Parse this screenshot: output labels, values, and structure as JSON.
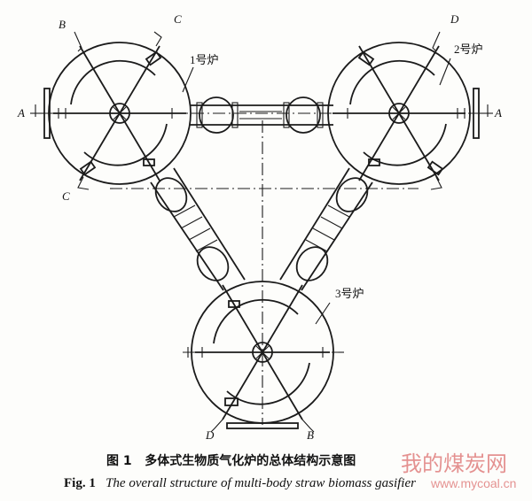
{
  "diagram": {
    "labels": {
      "furnace1": "1号炉",
      "furnace2": "2号炉",
      "furnace3": "3号炉",
      "section_a_left": "A",
      "section_a_right": "A",
      "section_b_top": "B",
      "section_b_bottom": "B",
      "section_c_top": "C",
      "section_c_bottom": "C",
      "section_d_top": "D",
      "section_d_bottom": "D"
    }
  },
  "caption": {
    "cn_fig": "图 1",
    "cn_text": "多体式生物质气化炉的总体结构示意图",
    "en_fig": "Fig. 1",
    "en_text": "The overall structure of multi-body straw biomass gasifier"
  },
  "watermark": {
    "cn": "我的煤炭网",
    "url": "www.mycoal.cn"
  }
}
